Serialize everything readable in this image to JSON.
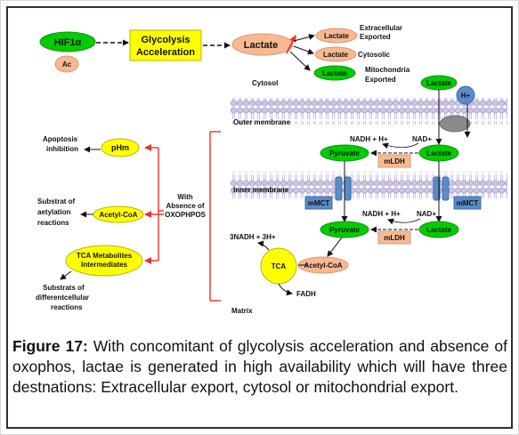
{
  "diagram": {
    "hif1a": "HIF1α",
    "ac": "Ac",
    "glycolysis_line1": "Glycolysis",
    "glycolysis_line2": "Acceleration",
    "lactate_main": "Lactate",
    "lactate_small": "Lactate",
    "extracellular_line1": "Extracellular",
    "extracellular_line2": "Exported",
    "cytosolic": "Cytosolic",
    "mito_line1": "Mitochondria",
    "mito_line2": "Exported",
    "cytosol": "Cytosol",
    "outer_membrane": "Outer membrane",
    "inner_membrane": "Inner membrane",
    "matrix": "Matrix",
    "h_plus": "H+",
    "pyruvate": "Pyruvate",
    "nadh_h": "NADH + H+",
    "nad": "NAD+",
    "mldh": "mLDH",
    "mmct": "mMCT",
    "tca": "TCA",
    "three_nadh": "3NADH + 3H+",
    "fadh": "FADH",
    "acetyl_coa": "Acetyl-CoA",
    "phm": "pHm",
    "apoptosis_line1": "Apoptosis",
    "apoptosis_line2": "inhibition",
    "substrat_line1": "Substrat of",
    "substrat_line2": "aetylation",
    "substrat_line3": "reactions",
    "tca_metab_line1": "TCA Metabolites",
    "tca_metab_line2": "Intermediates",
    "substrates_line1": "Substrats of",
    "substrates_line2": "differentcellular",
    "substrates_line3": "reactions",
    "with_line1": "With",
    "with_line2": "Absence of",
    "with_line3": "OXOPHPOS"
  },
  "caption": {
    "label": "Figure 17:",
    "text": " With concomitant of glycolysis acceleration and absence of oxophos, lactae is generated in high availability which will have three destnations: Extracellular export, cytosol or mitochondrial export."
  },
  "colors": {
    "green": "#00cc00",
    "yellow": "#ffff00",
    "salmon": "#f8b992",
    "membrane": "#d3cbe8",
    "transporter": "#5b8cc9",
    "red": "#e8342a"
  }
}
